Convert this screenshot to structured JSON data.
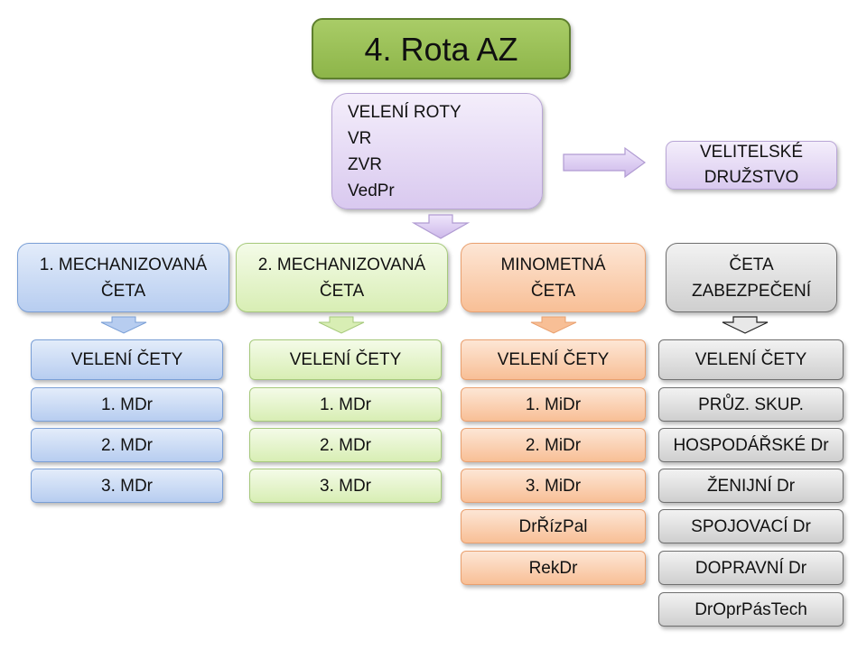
{
  "title": "4. Rota AZ",
  "company_command": {
    "lines": [
      "VELENÍ ROTY",
      "VR",
      "ZVR",
      "VedPr"
    ]
  },
  "command_squad": {
    "line1": "VELITELSKÉ",
    "line2": "DRUŽSTVO"
  },
  "columns": [
    {
      "head_line1": "1. MECHANIZOVANÁ",
      "head_line2": "ČETA",
      "color": "#b7cdf0",
      "items": [
        "VELENÍ ČETY",
        "1. MDr",
        "2. MDr",
        "3. MDr"
      ]
    },
    {
      "head_line1": "2. MECHANIZOVANÁ",
      "head_line2": "ČETA",
      "color": "#d8eeb4",
      "items": [
        "VELENÍ ČETY",
        "1. MDr",
        "2. MDr",
        "3. MDr"
      ]
    },
    {
      "head_line1": "MINOMETNÁ",
      "head_line2": "ČETA",
      "color": "#f8bf96",
      "items": [
        "VELENÍ ČETY",
        "1. MiDr",
        "2. MiDr",
        "3. MiDr",
        "DrŘízPal",
        "RekDr"
      ]
    },
    {
      "head_line1": "ČETA",
      "head_line2": "ZABEZPEČENÍ",
      "color": "#cfcfcf",
      "items": [
        "VELENÍ ČETY",
        "PRŮZ. SKUP.",
        "HOSPODÁŘSKÉ Dr",
        "ŽENIJNÍ Dr",
        "SPOJOVACÍ Dr",
        "DOPRAVNÍ Dr",
        "DrOprPásTech"
      ]
    }
  ]
}
